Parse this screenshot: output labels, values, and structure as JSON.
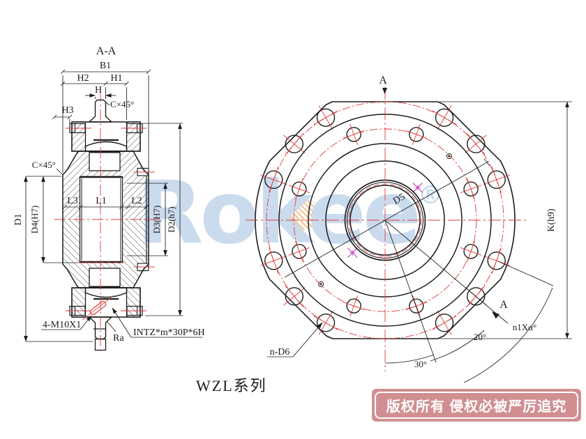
{
  "drawing": {
    "series_label": "WZL系列",
    "banner_text": "版权所有 侵权必被严厉追究",
    "watermark": {
      "brand": "Rokee",
      "registered": "®"
    },
    "section_view": {
      "title": "A-A",
      "dims": {
        "b1": "B1",
        "h2": "H2",
        "h1": "H1",
        "h": "H",
        "h3": "H3",
        "chamfer_top": "C×45°",
        "chamfer_left": "C×45°",
        "d1": "D1",
        "d4": "D4(H7)",
        "l3": "L3",
        "l1": "L1",
        "l2": "L2",
        "d3": "D3(H7)",
        "d2": "D2(h7)",
        "screws": "4-M10X1",
        "roughness": "Ra",
        "spline": "INTZ*m*30P*6H"
      }
    },
    "front_view": {
      "dims": {
        "section_arrow_top": "A",
        "section_arrow_side": "A",
        "bore": "D5",
        "across_flats": "K(h9)",
        "bolt_holes": "n-D6",
        "angle_20": "20°",
        "angle_30": "30°",
        "angle_pattern": "n1Xα°"
      }
    },
    "colors": {
      "line": "#1c1c1c",
      "centerline_red": "#e03a3a",
      "magenta_mark": "#c94fc3",
      "watermark_blue": "#cbdbee",
      "watermark_orange": "#f6c99d",
      "banner_bg": "#d18f91",
      "banner_text": "#ffffff"
    }
  }
}
